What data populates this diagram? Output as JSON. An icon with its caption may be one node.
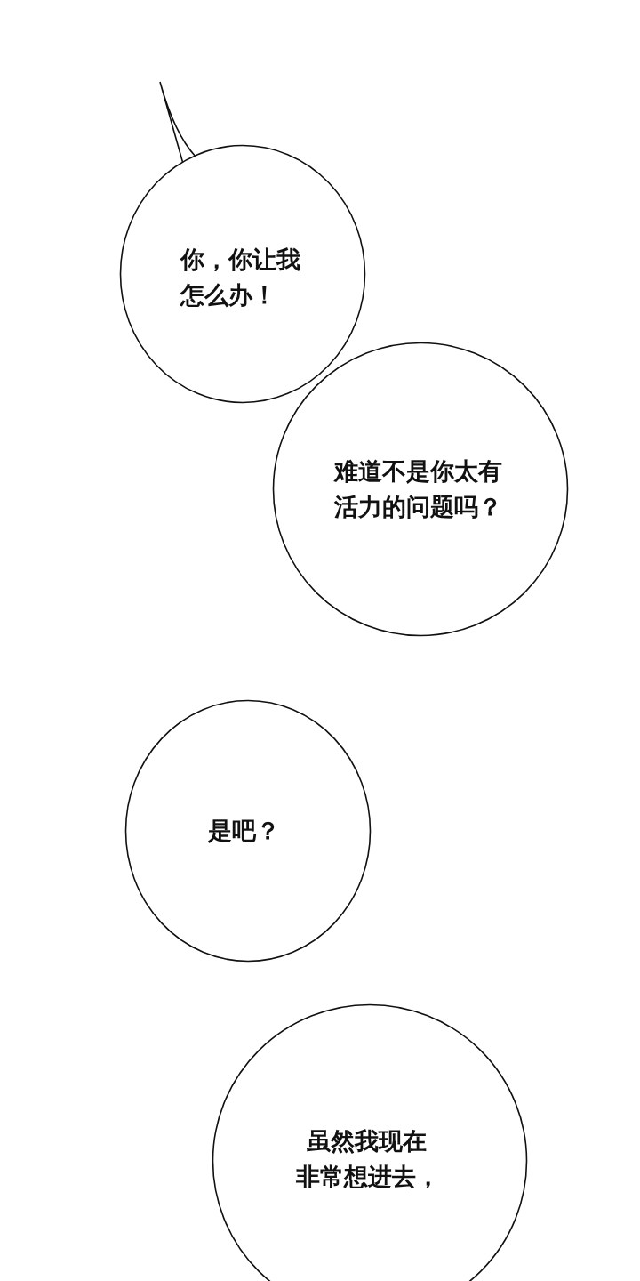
{
  "diagram": {
    "nodes": [
      {
        "text": [
          "你，你让我怎么办！"
        ]
      },
      {
        "text": [
          "难道不是你太有活力的问题吗？"
        ]
      },
      {
        "text": [
          "是吧？"
        ]
      },
      {
        "text": [
          "虽然我现在非常想进去，"
        ]
      }
    ]
  }
}
